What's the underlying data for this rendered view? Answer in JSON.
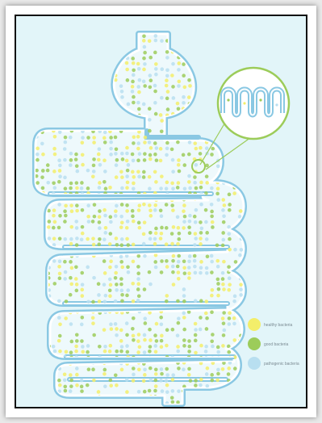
{
  "colors": {
    "panel_bg": "#e2f5f9",
    "tube": "#8ac8e3",
    "beneficial": "#f3ee6a",
    "probiotic": "#9ccc5a",
    "pathogenic": "#b8dff0",
    "magnifier": "#9ccc5a"
  },
  "legend": [
    {
      "label": "healthy bacteria",
      "color": "#f3ee6a"
    },
    {
      "label": "good bacteria",
      "color": "#9ccc5a"
    },
    {
      "label": "pathogenic bacteria",
      "color": "#b8dff0"
    }
  ]
}
